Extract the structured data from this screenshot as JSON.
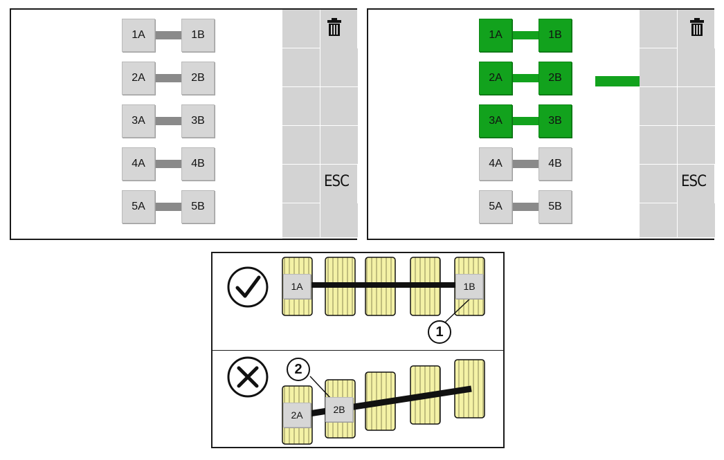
{
  "top_left_panel": {
    "pairs": [
      {
        "a": "1A",
        "b": "1B",
        "state": "grey"
      },
      {
        "a": "2A",
        "b": "2B",
        "state": "grey"
      },
      {
        "a": "3A",
        "b": "3B",
        "state": "grey"
      },
      {
        "a": "4A",
        "b": "4B",
        "state": "grey"
      },
      {
        "a": "5A",
        "b": "5B",
        "state": "grey"
      }
    ],
    "esc_label": "ESC",
    "icons": {
      "delete": "trash-icon"
    }
  },
  "top_right_panel": {
    "pairs": [
      {
        "a": "1A",
        "b": "1B",
        "state": "green"
      },
      {
        "a": "2A",
        "b": "2B",
        "state": "green"
      },
      {
        "a": "3A",
        "b": "3B",
        "state": "green"
      },
      {
        "a": "4A",
        "b": "4B",
        "state": "grey"
      },
      {
        "a": "5A",
        "b": "5B",
        "state": "grey"
      }
    ],
    "esc_label": "ESC",
    "icons": {
      "delete": "trash-icon"
    }
  },
  "bottom_panel": {
    "correct": {
      "icon": "checkmark-icon",
      "start_label": "1A",
      "end_label": "1B",
      "callout": "1"
    },
    "incorrect": {
      "icon": "x-mark-icon",
      "start_label": "2A",
      "end_label": "2B",
      "callout": "2"
    }
  },
  "colors": {
    "button_grey": "#d6d6d6",
    "active_green": "#12a21d",
    "connector_grey": "#8a8a8a",
    "side_panel_grey": "#d3d3d3",
    "module_yellow": "#f4f2a6",
    "line_black": "#111111"
  }
}
